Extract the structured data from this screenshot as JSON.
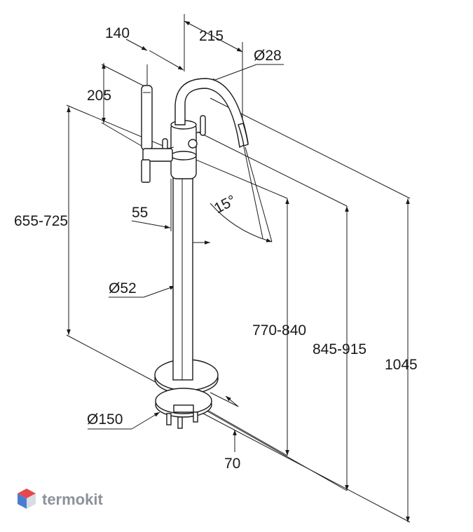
{
  "dimensions": {
    "d140": "140",
    "d215": "215",
    "d28": "Ø28",
    "d205": "205",
    "d655": "655-725",
    "d15": "15°",
    "d55": "55",
    "d52": "Ø52",
    "d770": "770-840",
    "d845": "845-915",
    "d1045": "1045",
    "d150": "Ø150",
    "d70": "70"
  },
  "logo": {
    "text": "termokit"
  },
  "colors": {
    "line": "#1a1a1a",
    "logo_text": "#8c9299",
    "logo_top": "#e5484d",
    "logo_left": "#4a7fd0",
    "logo_right": "#d9dde3"
  }
}
